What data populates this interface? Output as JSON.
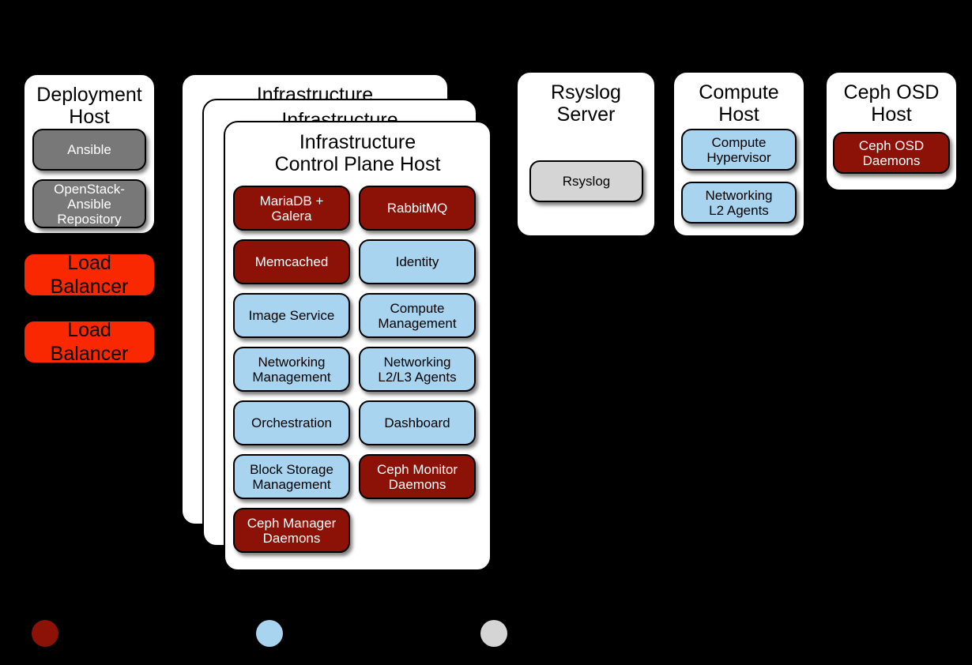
{
  "diagram": {
    "background_color": "#000000",
    "palette": {
      "ceph_red": "#8c1107",
      "service_blue": "#a8d4f0",
      "deployment_gray": "#787878",
      "rsyslog_gray": "#d5d5d5",
      "load_balancer_red": "#fa2800",
      "card_white": "#ffffff"
    }
  },
  "deployment_host": {
    "title": "Deployment\nHost",
    "services": [
      {
        "label": "Ansible",
        "color": "#787878"
      },
      {
        "label": "OpenStack-\nAnsible\nRepository",
        "color": "#787878"
      }
    ]
  },
  "load_balancers": [
    {
      "label": "Load\nBalancer",
      "color": "#fa2800"
    },
    {
      "label": "Load\nBalancer",
      "color": "#fa2800"
    }
  ],
  "infrastructure_stack": {
    "back_card_title": "Infrastructure",
    "middle_card_title": "Infrastructure",
    "front_card_title": "Infrastructure\nControl Plane Host",
    "services": [
      {
        "label": "MariaDB +\nGalera",
        "color": "#8c1107",
        "column": "left",
        "row": 1
      },
      {
        "label": "RabbitMQ",
        "color": "#8c1107",
        "column": "right",
        "row": 1
      },
      {
        "label": "Memcached",
        "color": "#8c1107",
        "column": "left",
        "row": 2
      },
      {
        "label": "Identity",
        "color": "#a8d4f0",
        "column": "right",
        "row": 2
      },
      {
        "label": "Image Service",
        "color": "#a8d4f0",
        "column": "left",
        "row": 3
      },
      {
        "label": "Compute\nManagement",
        "color": "#a8d4f0",
        "column": "right",
        "row": 3
      },
      {
        "label": "Networking\nManagement",
        "color": "#a8d4f0",
        "column": "left",
        "row": 4
      },
      {
        "label": "Networking\nL2/L3 Agents",
        "color": "#a8d4f0",
        "column": "right",
        "row": 4
      },
      {
        "label": "Orchestration",
        "color": "#a8d4f0",
        "column": "left",
        "row": 5
      },
      {
        "label": "Dashboard",
        "color": "#a8d4f0",
        "column": "right",
        "row": 5
      },
      {
        "label": "Block Storage\nManagement",
        "color": "#a8d4f0",
        "column": "left",
        "row": 6
      },
      {
        "label": "Ceph Monitor\nDaemons",
        "color": "#8c1107",
        "column": "right",
        "row": 6
      },
      {
        "label": "Ceph Manager\nDaemons",
        "color": "#8c1107",
        "column": "left",
        "row": 7
      }
    ]
  },
  "rsyslog_server": {
    "title": "Rsyslog\nServer",
    "services": [
      {
        "label": "Rsyslog",
        "color": "#d5d5d5"
      }
    ]
  },
  "compute_host": {
    "title": "Compute\nHost",
    "services": [
      {
        "label": "Compute\nHypervisor",
        "color": "#a8d4f0"
      },
      {
        "label": "Networking\nL2 Agents",
        "color": "#a8d4f0"
      }
    ]
  },
  "ceph_osd_host": {
    "title": "Ceph OSD\nHost",
    "services": [
      {
        "label": "Ceph OSD\nDaemons",
        "color": "#8c1107"
      }
    ]
  },
  "legend": {
    "items": [
      {
        "swatch": "ceph-red-dot",
        "color": "#8c1107",
        "label": ""
      },
      {
        "swatch": "service-blue-dot",
        "color": "#a8d4f0",
        "label": ""
      },
      {
        "swatch": "rsyslog-gray-dot",
        "color": "#d5d5d5",
        "label": ""
      }
    ]
  }
}
